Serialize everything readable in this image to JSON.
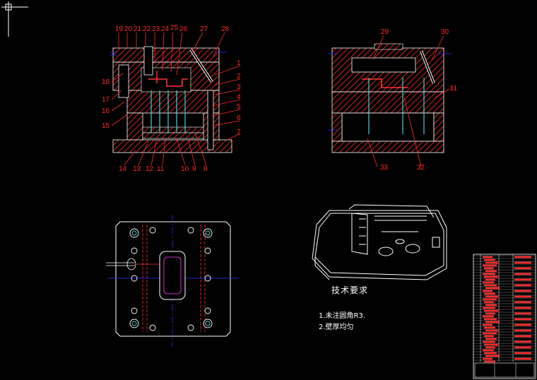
{
  "drawing": {
    "section_view_1": {
      "top_labels": [
        "19",
        "20",
        "21",
        "22",
        "23",
        "24",
        "25",
        "26",
        "27",
        "28"
      ],
      "right_labels": [
        "1",
        "2",
        "3",
        "4",
        "5",
        "6",
        "7"
      ],
      "left_labels": [
        "18",
        "17",
        "16",
        "15"
      ],
      "bottom_labels": [
        "14",
        "13",
        "12",
        "11",
        "10",
        "9",
        "8"
      ]
    },
    "section_view_2": {
      "labels": [
        "29",
        "30",
        "31",
        "32",
        "33"
      ]
    },
    "tech_requirements": {
      "title": "技术要求",
      "items": [
        "1.未注圆角R3.",
        "2.壁厚均匀"
      ]
    },
    "colors": {
      "background": "#000000",
      "line_white": "#ffffff",
      "hatch_red": "#c8281e",
      "callout_red": "#ff2a2a",
      "centerline_blue": "#2f2fff",
      "pin_cyan": "#4fd0d0",
      "block_magenta": "#ff3fff"
    }
  }
}
